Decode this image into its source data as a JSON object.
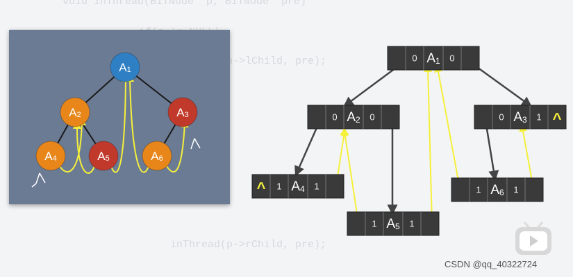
{
  "code_background": [
    "void inThread(BiTNode *p, BiTNode *pre)",
    "if(p != NULL)",
    "inThread(p->lChild, pre);",
    "inThread(p->rChild, pre);"
  ],
  "tree": {
    "nodes": [
      {
        "id": "A1",
        "letter": "A",
        "sub": "1",
        "color": "#2f7fc4"
      },
      {
        "id": "A2",
        "letter": "A",
        "sub": "2",
        "color": "#e8861a"
      },
      {
        "id": "A3",
        "letter": "A",
        "sub": "3",
        "color": "#c0392b"
      },
      {
        "id": "A4",
        "letter": "A",
        "sub": "4",
        "color": "#e8861a"
      },
      {
        "id": "A5",
        "letter": "A",
        "sub": "5",
        "color": "#c0392b"
      },
      {
        "id": "A6",
        "letter": "A",
        "sub": "6",
        "color": "#e8861a"
      }
    ],
    "null_symbol": "^"
  },
  "threaded": {
    "nodes": [
      {
        "id": "A1",
        "ltag": "0",
        "letter": "A",
        "sub": "1",
        "rtag": "0"
      },
      {
        "id": "A2",
        "ltag": "0",
        "letter": "A",
        "sub": "2",
        "rtag": "0"
      },
      {
        "id": "A3",
        "ltag": "0",
        "letter": "A",
        "sub": "3",
        "rtag": "1"
      },
      {
        "id": "A4",
        "ltag": "1",
        "letter": "A",
        "sub": "4",
        "rtag": "1"
      },
      {
        "id": "A5",
        "ltag": "1",
        "letter": "A",
        "sub": "5",
        "rtag": "1"
      },
      {
        "id": "A6",
        "ltag": "1",
        "letter": "A",
        "sub": "6",
        "rtag": "1"
      }
    ],
    "null_symbol": "^"
  },
  "watermark": "CSDN @qq_40322724",
  "colors": {
    "thread_arrow": "#f5f03a",
    "tree_edge": "#1a1a1a",
    "node_box": "#3a3a3a",
    "child_arrow": "#444444",
    "panel": "#6c7b94"
  }
}
